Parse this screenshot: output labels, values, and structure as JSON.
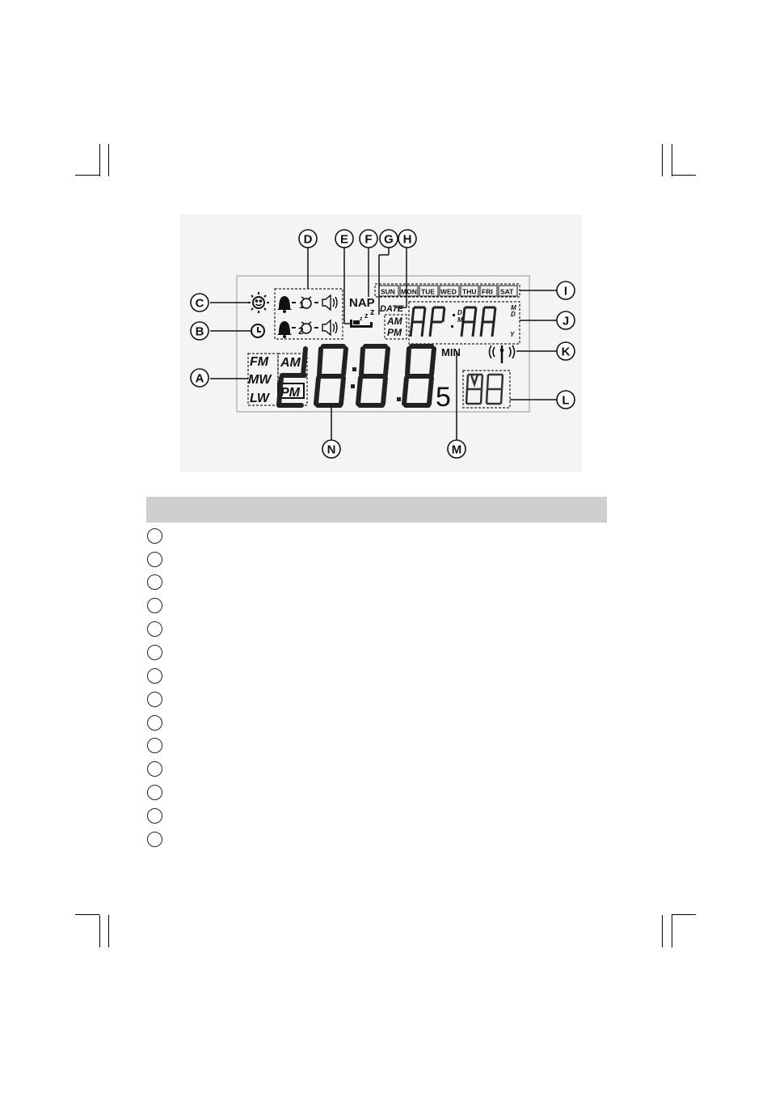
{
  "lcd": {
    "band_labels": [
      "FM",
      "MW",
      "LW"
    ],
    "ampm_main": [
      "AM",
      "PM"
    ],
    "ampm_small": [
      "AM",
      "PM"
    ],
    "nap_label": "NAP",
    "date_label": "DATE",
    "min_label": "MIN",
    "days": [
      "SUN",
      "MON",
      "TUE",
      "WED",
      "THU",
      "FRI",
      "SAT"
    ],
    "sub_labels": {
      "d": "D",
      "m": "M",
      "y": "Y"
    },
    "seconds_digit": "5"
  },
  "callouts": [
    "A",
    "B",
    "C",
    "D",
    "E",
    "F",
    "G",
    "H",
    "I",
    "J",
    "K",
    "L",
    "M",
    "N"
  ],
  "legend_rows": 14
}
